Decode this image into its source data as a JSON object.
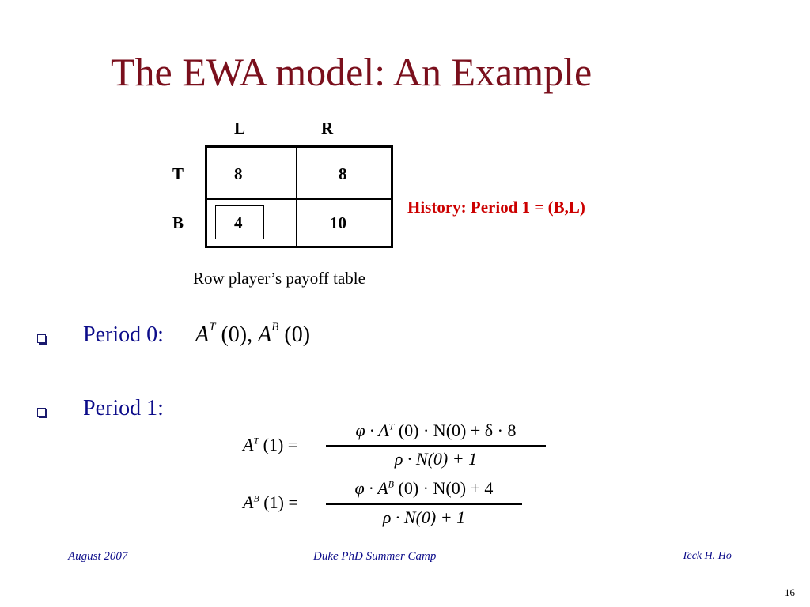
{
  "slide": {
    "title": "The EWA model: An Example",
    "table": {
      "col_headers": [
        "L",
        "R"
      ],
      "row_headers": [
        "T",
        "B"
      ],
      "cells": [
        [
          "8",
          "8"
        ],
        [
          "4",
          "10"
        ]
      ],
      "caption": "Row player’s payoff table"
    },
    "history": "History: Period 1 = (B,L)",
    "bullets": [
      {
        "label": "Period 0:",
        "math": {
          "a1": "A",
          "s1": "T",
          "t1": "(0),",
          "a2": "A",
          "s2": "B",
          "t2": "(0)"
        }
      },
      {
        "label": "Period 1:"
      }
    ],
    "eq1": {
      "lhs_a": "A",
      "lhs_sup": "T",
      "lhs_rest": "(1) =",
      "num_a": "φ · A",
      "num_sup": "T",
      "num_rest": "(0) · N(0) + δ · 8",
      "den": "ρ · N(0) + 1"
    },
    "eq2": {
      "lhs_a": "A",
      "lhs_sup": "B",
      "lhs_rest": "(1) =",
      "num_a": "φ · A",
      "num_sup": "B",
      "num_rest": "(0) · N(0) + 4",
      "den": "ρ · N(0) + 1"
    },
    "footer": {
      "left": "August 2007",
      "center": "Duke PhD Summer Camp",
      "right": "Teck H. Ho"
    },
    "page_number": "16",
    "colors": {
      "title": "#7a0f1c",
      "history": "#cc0000",
      "text_blue": "#0d0d8a"
    }
  }
}
